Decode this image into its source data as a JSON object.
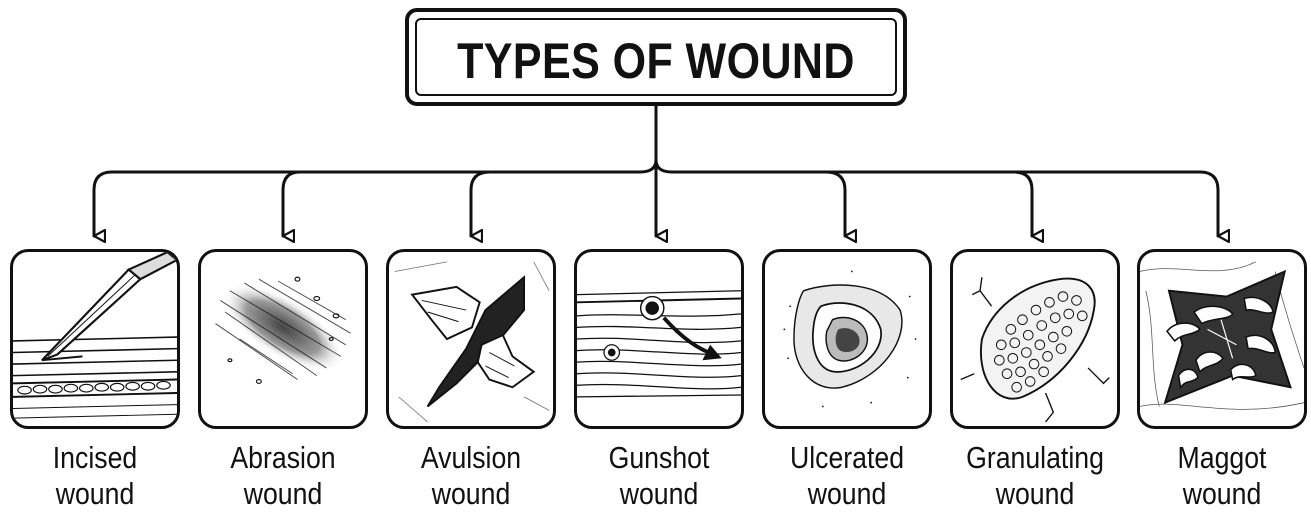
{
  "title": "TYPES OF WOUND",
  "items": [
    {
      "name_line1": "Incised",
      "name_line2": "wound",
      "icon": "scalpel-cut-icon"
    },
    {
      "name_line1": "Abrasion",
      "name_line2": "wound",
      "icon": "scrape-icon"
    },
    {
      "name_line1": "Avulsion",
      "name_line2": "wound",
      "icon": "torn-skin-icon"
    },
    {
      "name_line1": "Gunshot",
      "name_line2": "wound",
      "icon": "bullet-hole-icon"
    },
    {
      "name_line1": "Ulcerated",
      "name_line2": "wound",
      "icon": "ulcer-icon"
    },
    {
      "name_line1": "Granulating",
      "name_line2": "wound",
      "icon": "granulation-icon"
    },
    {
      "name_line1": "Maggot",
      "name_line2": "wound",
      "icon": "maggots-icon"
    }
  ]
}
